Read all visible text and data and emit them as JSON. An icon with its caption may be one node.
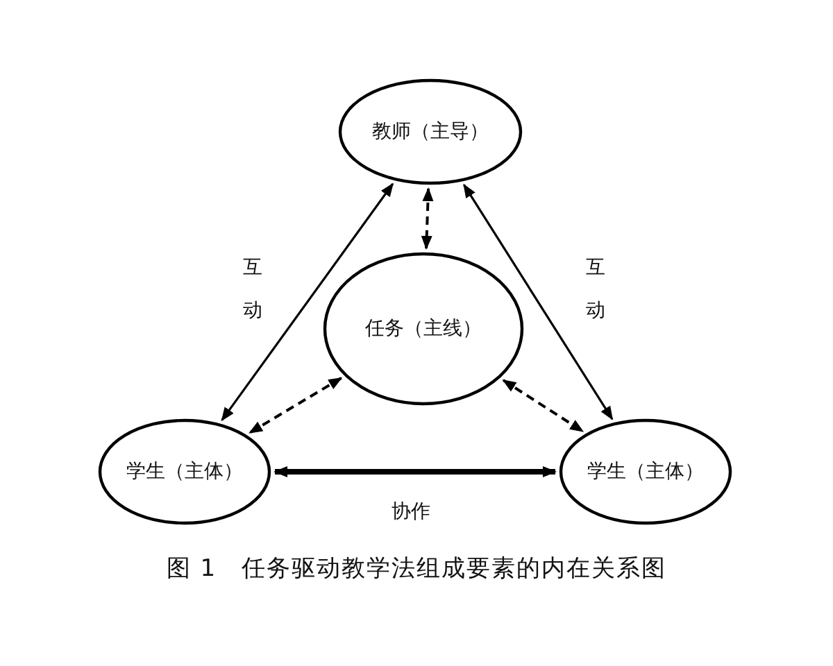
{
  "diagram": {
    "caption": "图 1　任务驱动教学法组成要素的内在关系图",
    "nodes": [
      {
        "text": [
          "教师（主导）"
        ]
      },
      {
        "text": [
          "任务（主线）"
        ]
      },
      {
        "text": [
          "学生（主体）"
        ]
      },
      {
        "text": [
          "学生（主体）"
        ]
      }
    ],
    "edges": [
      {
        "from": 0,
        "to": 2,
        "arrow": "both",
        "label": "互动"
      },
      {
        "from": 0,
        "to": 3,
        "arrow": "both",
        "label": "互动"
      },
      {
        "from": 0,
        "to": 1,
        "arrow": "both",
        "style": "dashed"
      },
      {
        "from": 1,
        "to": 2,
        "arrow": "both",
        "style": "dashed"
      },
      {
        "from": 1,
        "to": 3,
        "arrow": "both",
        "style": "dashed"
      },
      {
        "from": 2,
        "to": 3,
        "arrow": "both",
        "style": "thick",
        "label": "协作"
      }
    ]
  }
}
